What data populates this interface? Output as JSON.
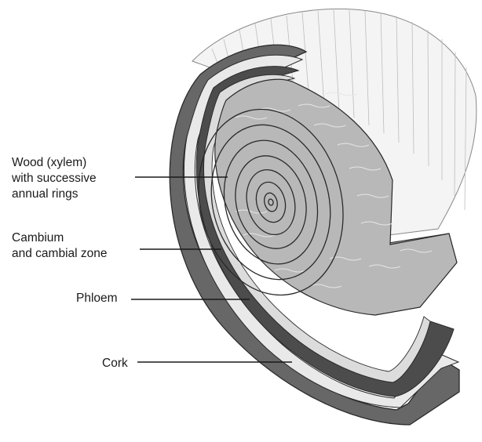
{
  "labels": {
    "wood": "Wood (xylem)\nwith successive\nannual rings",
    "cambium": "Cambium\nand cambial zone",
    "phloem": "Phloem",
    "cork": "Cork"
  },
  "colors": {
    "bark_dark": "#5b5b5b",
    "bark_light": "#e4e4e4",
    "xylem": "#b8b8b8",
    "phloem": "#4c4c4c",
    "cork": "#676767",
    "rings": "#2a2a2a",
    "background": "#ffffff"
  }
}
